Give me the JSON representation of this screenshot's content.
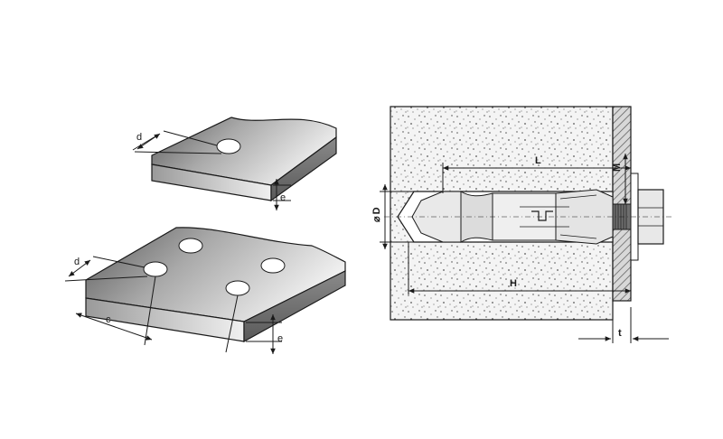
{
  "single_plate": {
    "label_d": "d",
    "label_e": "e"
  },
  "multi_plate": {
    "label_d": "d",
    "label_c": "c",
    "label_e": "e"
  },
  "anchor_section": {
    "label_L": "L",
    "label_M": "M",
    "label_D": "D",
    "label_H": "H",
    "label_t": "t",
    "diameter_symbol": "⌀"
  },
  "colors": {
    "stroke": "#1a1a1a",
    "concrete": "#f2f2f2",
    "steel": "#e6e6e6",
    "plate_dark": "#7a7a7a",
    "plate_light": "#d8d8d8"
  }
}
